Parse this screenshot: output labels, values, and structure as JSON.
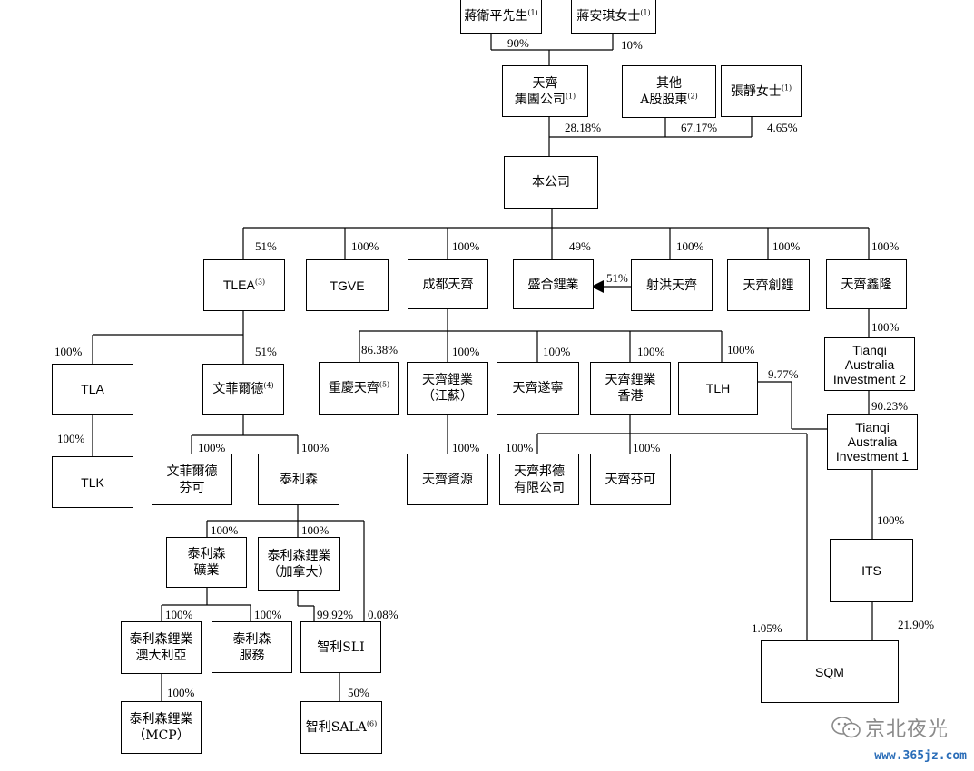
{
  "nodes": {
    "jiang_weiping": {
      "lines": [
        "蔣衛平先生"
      ],
      "note": "(1)"
    },
    "jiang_anqi": {
      "lines": [
        "蔣安琪女士"
      ],
      "note": "(1)"
    },
    "tianqi_group": {
      "lines": [
        "天齊",
        "集團公司"
      ],
      "note": "(1)"
    },
    "other_a": {
      "lines": [
        "其他",
        "A股股東"
      ],
      "note": "(2)"
    },
    "zhang_jing": {
      "lines": [
        "張靜女士"
      ],
      "note": "(1)"
    },
    "company": {
      "lines": [
        "本公司"
      ],
      "note": ""
    },
    "tlea": {
      "lines": [
        "TLEA"
      ],
      "note": "(3)"
    },
    "tgve": {
      "lines": [
        "TGVE"
      ],
      "note": ""
    },
    "chengdu": {
      "lines": [
        "成都天齊"
      ],
      "note": ""
    },
    "shenghe": {
      "lines": [
        "盛合鋰業"
      ],
      "note": ""
    },
    "shehong": {
      "lines": [
        "射洪天齊"
      ],
      "note": ""
    },
    "chuangli": {
      "lines": [
        "天齊創鋰"
      ],
      "note": ""
    },
    "xinlong": {
      "lines": [
        "天齊鑫隆"
      ],
      "note": ""
    },
    "tla": {
      "lines": [
        "TLA"
      ],
      "note": ""
    },
    "windfield": {
      "lines": [
        "文菲爾德"
      ],
      "note": "(4)"
    },
    "chongqing": {
      "lines": [
        "重慶天齊"
      ],
      "note": "(5)"
    },
    "jiangsu": {
      "lines": [
        "天齊鋰業",
        "（江蘇）"
      ],
      "note": ""
    },
    "suining": {
      "lines": [
        "天齊遂寧"
      ],
      "note": ""
    },
    "hk": {
      "lines": [
        "天齊鋰業",
        "香港"
      ],
      "note": ""
    },
    "tlh": {
      "lines": [
        "TLH"
      ],
      "note": ""
    },
    "tai2": {
      "lines": [
        "Tianqi",
        "Australia",
        "Investment 2"
      ],
      "note": ""
    },
    "tai1": {
      "lines": [
        "Tianqi",
        "Australia",
        "Investment 1"
      ],
      "note": ""
    },
    "tlk": {
      "lines": [
        "TLK"
      ],
      "note": ""
    },
    "windfield_fenke": {
      "lines": [
        "文菲爾德",
        "芬可"
      ],
      "note": ""
    },
    "talison": {
      "lines": [
        "泰利森"
      ],
      "note": ""
    },
    "resources": {
      "lines": [
        "天齊資源"
      ],
      "note": ""
    },
    "bangde": {
      "lines": [
        "天齊邦德",
        "有限公司"
      ],
      "note": ""
    },
    "fenke": {
      "lines": [
        "天齊芬可"
      ],
      "note": ""
    },
    "its": {
      "lines": [
        "ITS"
      ],
      "note": ""
    },
    "talison_mining": {
      "lines": [
        "泰利森",
        "礦業"
      ],
      "note": ""
    },
    "talison_canada": {
      "lines": [
        "泰利森鋰業",
        "（加拿大）"
      ],
      "note": ""
    },
    "talison_aus": {
      "lines": [
        "泰利森鋰業",
        "澳大利亞"
      ],
      "note": ""
    },
    "talison_services": {
      "lines": [
        "泰利森",
        "服務"
      ],
      "note": ""
    },
    "chile_sli": {
      "lines": [
        "智利SLI"
      ],
      "note": ""
    },
    "sqm": {
      "lines": [
        "SQM"
      ],
      "note": ""
    },
    "talison_mcp": {
      "lines": [
        "泰利森鋰業",
        "（MCP）"
      ],
      "note": ""
    },
    "chile_sala": {
      "lines": [
        "智利SALA"
      ],
      "note": "(6)"
    }
  },
  "edges": [
    {
      "id": "p90",
      "label": "90%"
    },
    {
      "id": "p10",
      "label": "10%"
    },
    {
      "id": "p2818",
      "label": "28.18%"
    },
    {
      "id": "p6717",
      "label": "67.17%"
    },
    {
      "id": "p465",
      "label": "4.65%"
    },
    {
      "id": "p51_tlea",
      "label": "51%"
    },
    {
      "id": "p100_tgve",
      "label": "100%"
    },
    {
      "id": "p100_chengdu",
      "label": "100%"
    },
    {
      "id": "p49_shenghe",
      "label": "49%"
    },
    {
      "id": "p100_shehong",
      "label": "100%"
    },
    {
      "id": "p100_chuangli",
      "label": "100%"
    },
    {
      "id": "p100_xinlong",
      "label": "100%"
    },
    {
      "id": "p51_shehong_shenghe",
      "label": "51%"
    },
    {
      "id": "p100_tai2",
      "label": "100%"
    },
    {
      "id": "p100_tla",
      "label": "100%"
    },
    {
      "id": "p51_windfield",
      "label": "51%"
    },
    {
      "id": "p8638",
      "label": "86.38%"
    },
    {
      "id": "p100_jiangsu",
      "label": "100%"
    },
    {
      "id": "p100_suining",
      "label": "100%"
    },
    {
      "id": "p100_hk",
      "label": "100%"
    },
    {
      "id": "p100_tlh",
      "label": "100%"
    },
    {
      "id": "p977",
      "label": "9.77%"
    },
    {
      "id": "p9023",
      "label": "90.23%"
    },
    {
      "id": "p100_tlk",
      "label": "100%"
    },
    {
      "id": "p100_wf_fenke",
      "label": "100%"
    },
    {
      "id": "p100_talison",
      "label": "100%"
    },
    {
      "id": "p100_resources",
      "label": "100%"
    },
    {
      "id": "p100_bangde",
      "label": "100%"
    },
    {
      "id": "p100_fenke",
      "label": "100%"
    },
    {
      "id": "p100_its",
      "label": "100%"
    },
    {
      "id": "p100_talmining",
      "label": "100%"
    },
    {
      "id": "p100_talcanada",
      "label": "100%"
    },
    {
      "id": "p100_talaus",
      "label": "100%"
    },
    {
      "id": "p100_talservices",
      "label": "100%"
    },
    {
      "id": "p9992",
      "label": "99.92%"
    },
    {
      "id": "p008",
      "label": "0.08%"
    },
    {
      "id": "p105",
      "label": "1.05%"
    },
    {
      "id": "p2190",
      "label": "21.90%"
    },
    {
      "id": "p100_mcp",
      "label": "100%"
    },
    {
      "id": "p50",
      "label": "50%"
    }
  ],
  "watermark": {
    "text": "京北夜光",
    "icon": "wechat-icon",
    "url": "www.365jz.com",
    "color": "#8a8a8a",
    "url_color": "#2a6db8"
  }
}
